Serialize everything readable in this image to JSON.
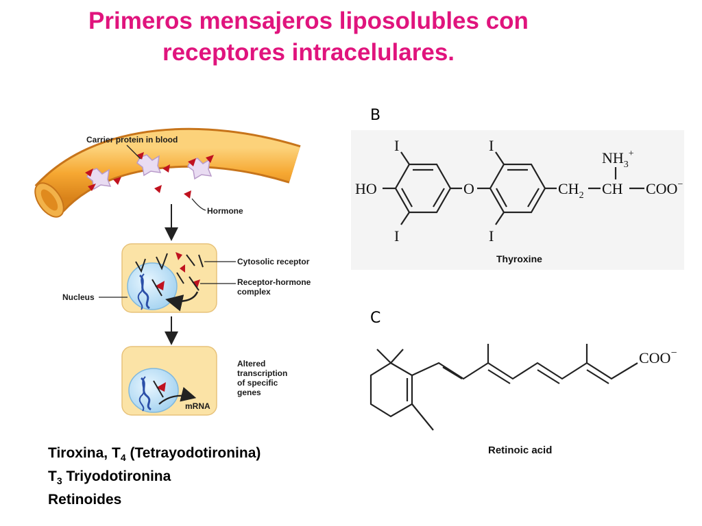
{
  "title": {
    "line1": "Primeros mensajeros liposolubles con",
    "line2": "receptores intracelulares.",
    "color": "#e0147d"
  },
  "panels": {
    "b_label": "B",
    "c_label": "C"
  },
  "diagram": {
    "carrier_label": "Carrier protein in blood",
    "hormone_label": "Hormone",
    "cytosolic_label": "Cytosolic receptor",
    "complex_label_1": "Receptor-hormone",
    "complex_label_2": "complex",
    "nucleus_label": "Nucleus",
    "altered_1": "Altered",
    "altered_2": "transcription",
    "altered_3": "of specific",
    "altered_4": "genes",
    "mrna_label": "mRNA",
    "colors": {
      "vessel": "#f6a832",
      "cell": "#fbe3a6",
      "nucleus": "#bfe3f7",
      "hormone": "#c0121f",
      "dna": "#2b4fa8"
    }
  },
  "thyroxine": {
    "i1": "I",
    "i2": "I",
    "i3": "I",
    "i4": "I",
    "ho": "HO",
    "o": "O",
    "ch2": "CH",
    "ch2_sub": "2",
    "ch": "CH",
    "coo": "COO",
    "coo_charge": "−",
    "nh3": "NH",
    "nh3_sub": "3",
    "nh3_charge": "+",
    "caption": "Thyroxine"
  },
  "retinoic": {
    "coo": "COO",
    "coo_charge": "−",
    "caption": "Retinoic acid"
  },
  "legend": {
    "line1_a": "Tiroxina, T",
    "line1_sub": "4",
    "line1_b": " (Tetrayodotironina)",
    "line2_a": "T",
    "line2_sub": "3",
    "line2_b": " Triyodotironina",
    "line3": "Retinoides"
  }
}
